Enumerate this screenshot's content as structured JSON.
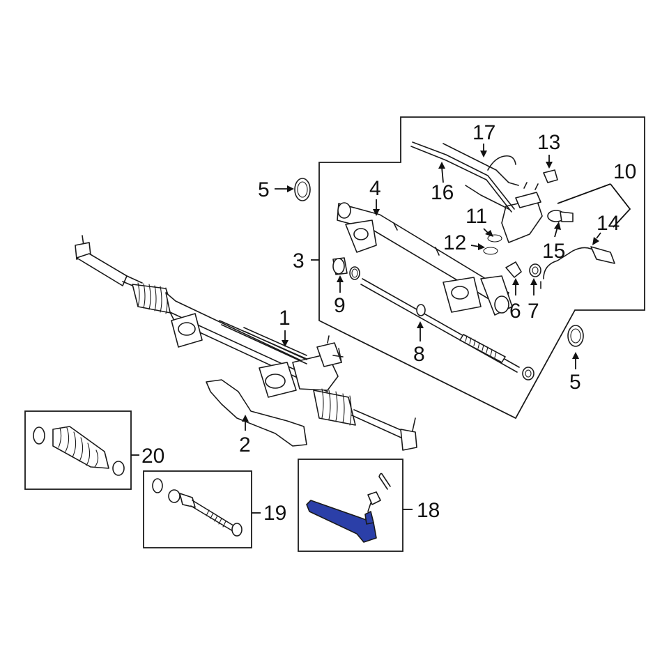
{
  "diagram": {
    "highlight_color": "#2b3fa8",
    "line_color": "#1a1a1a",
    "callouts": {
      "c1": "1",
      "c2": "2",
      "c3": "3",
      "c4": "4",
      "c5a": "5",
      "c5b": "5",
      "c6": "6",
      "c7": "7",
      "c8": "8",
      "c9": "9",
      "c10": "10",
      "c11": "11",
      "c12": "12",
      "c13": "13",
      "c14": "14",
      "c15": "15",
      "c16": "16",
      "c17": "17",
      "c18": "18",
      "c19": "19",
      "c20": "20"
    }
  }
}
